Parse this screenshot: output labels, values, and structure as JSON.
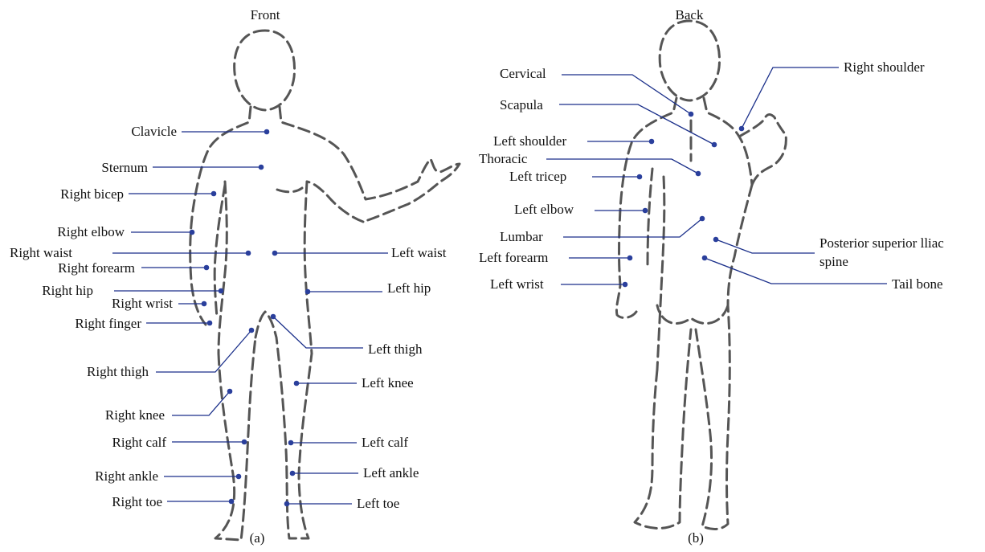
{
  "figure": {
    "panels": [
      {
        "title": "Front",
        "caption": "(a)",
        "labels": [
          "Clavicle",
          "Sternum",
          "Right bicep",
          "Right elbow",
          "Right waist",
          "Right forearm",
          "Right hip",
          "Right wrist",
          "Right finger",
          "Right thigh",
          "Right knee",
          "Right calf",
          "Right ankle",
          "Right toe",
          "Left waist",
          "Left hip",
          "Left thigh",
          "Left knee",
          "Left calf",
          "Left ankle",
          "Left toe"
        ]
      },
      {
        "title": "Back",
        "caption": "(b)",
        "labels": [
          "Cervical",
          "Scapula",
          "Left shoulder",
          "Thoracic",
          "Left tricep",
          "Left elbow",
          "Lumbar",
          "Left forearm",
          "Left wrist",
          "Right shoulder",
          "Posterior superior lliac",
          "spine",
          "Tail bone"
        ]
      }
    ],
    "colors": {
      "leader": "#1a2f8a",
      "dot": "#2a3f9c",
      "outline": "#555555"
    }
  }
}
